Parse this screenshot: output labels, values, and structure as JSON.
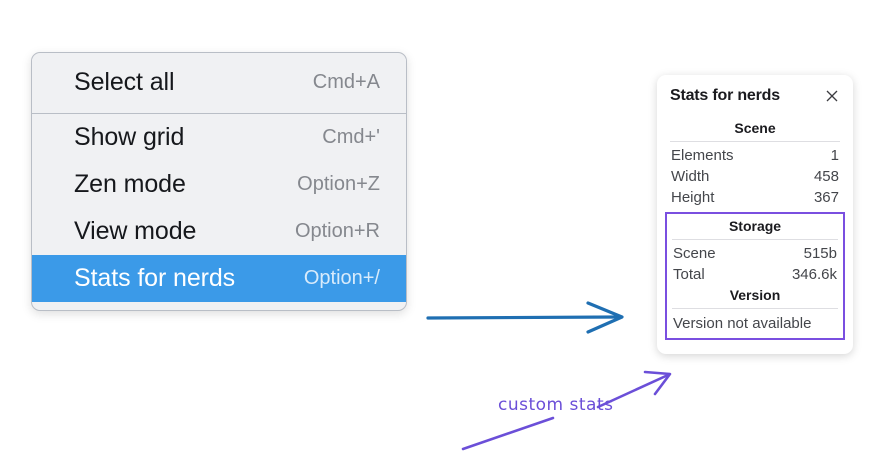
{
  "context_menu": {
    "groups": [
      {
        "items": [
          {
            "label": "Select all",
            "accel": "Cmd+A",
            "selected": false
          }
        ]
      },
      {
        "items": [
          {
            "label": "Show grid",
            "accel": "Cmd+'",
            "selected": false
          },
          {
            "label": "Zen mode",
            "accel": "Option+Z",
            "selected": false
          },
          {
            "label": "View mode",
            "accel": "Option+R",
            "selected": false
          },
          {
            "label": "Stats for nerds",
            "accel": "Option+/",
            "selected": true
          }
        ]
      }
    ],
    "selected_highlight_color": "#3b9ae8"
  },
  "stats_panel": {
    "title": "Stats for nerds",
    "close_icon": "close-icon",
    "sections": [
      {
        "heading": "Scene",
        "rows": [
          {
            "label": "Elements",
            "value": "1"
          },
          {
            "label": "Width",
            "value": "458"
          },
          {
            "label": "Height",
            "value": "367"
          }
        ]
      },
      {
        "heading": "Storage",
        "rows": [
          {
            "label": "Scene",
            "value": "515b"
          },
          {
            "label": "Total",
            "value": "346.6k"
          }
        ]
      },
      {
        "heading": "Version",
        "single_line": "Version not available"
      }
    ],
    "highlight_border_color": "#7a4fe0"
  },
  "annotations": {
    "blue_arrow_color": "#1f6fb2",
    "purple_color": "#6b4fd8",
    "handwritten_label": "custom stats"
  }
}
